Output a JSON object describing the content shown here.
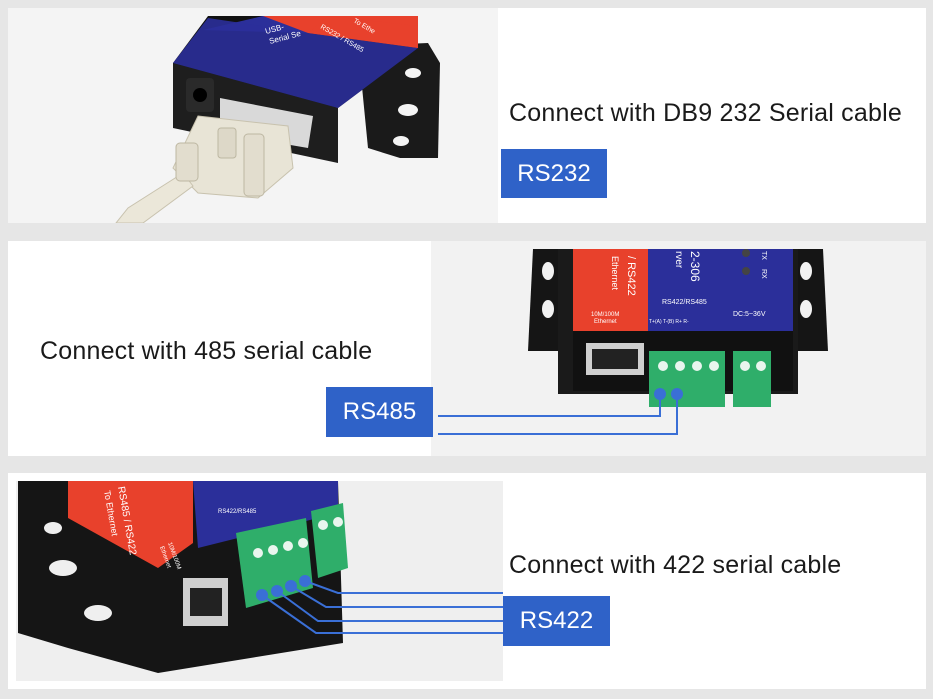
{
  "panels": [
    {
      "caption": "Connect with DB9 232 Serial cable",
      "badge": "RS232"
    },
    {
      "caption": "Connect with 485 serial cable",
      "badge": "RS485"
    },
    {
      "caption": "Connect with 422 serial cable",
      "badge": "RS422"
    }
  ],
  "device_labels": {
    "top_title": "USB-",
    "top_sub": "Serial Se",
    "top_side": "RS232 / RS485",
    "top_side2": "To Ethe",
    "mid_side": "/ RS422",
    "mid_side2": "Ethernet",
    "mid_model": "2-306",
    "mid_model2": "rver",
    "mid_tx": "TX",
    "mid_rx": "RX",
    "mid_port": "RS422/RS485",
    "mid_power": "DC:5~36V",
    "mid_eth": "10M/100M",
    "mid_eth2": "Ethernet",
    "mid_pins": "T+(A)  T-(B)  R+   R-",
    "bot_side": "RS485 / RS422",
    "bot_side2": "To Ethernet",
    "bot_port": "RS422/RS485",
    "bot_eth": "10M/100M",
    "bot_eth2": "Ethernet"
  },
  "colors": {
    "badge": "#2f62c8",
    "wire": "#3a6fd6",
    "device_body": "#1c1c1c",
    "label_red": "#e8412c",
    "label_blue": "#2b2f9a",
    "terminal_green": "#2fae6a"
  }
}
